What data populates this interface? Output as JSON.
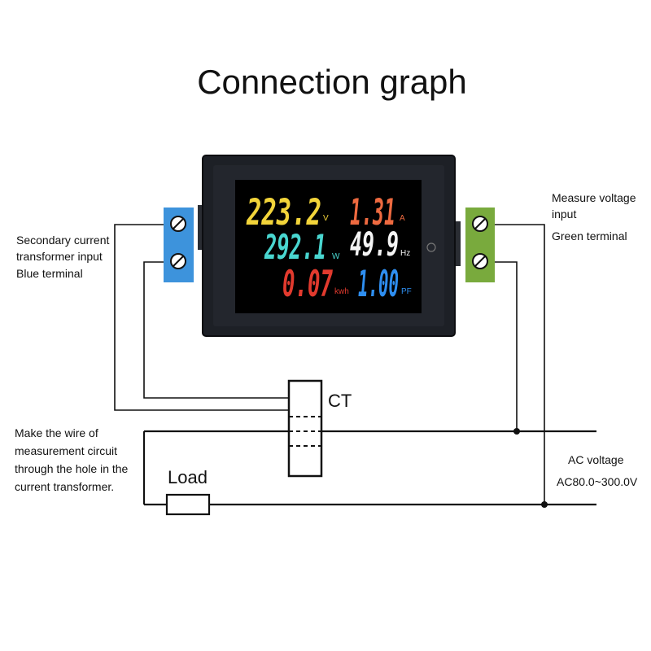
{
  "title": "Connection graph",
  "labels": {
    "secondary_current": [
      "Secondary current",
      "transformer input",
      "Blue terminal"
    ],
    "measure_voltage": [
      "Measure voltage",
      "input",
      "Green terminal"
    ],
    "make_wire": [
      "Make the wire of",
      "measurement circuit",
      "through the hole in the",
      "current transformer."
    ],
    "ac_voltage": [
      "AC voltage",
      "AC80.0~300.0V"
    ],
    "ct": "CT",
    "load": "Load"
  },
  "meter": {
    "voltage": {
      "value": "223.2",
      "unit": "V",
      "color": "#f2d43a"
    },
    "current": {
      "value": "1.31",
      "unit": "A",
      "color": "#ee6a40"
    },
    "power": {
      "value": "292.1",
      "unit": "W",
      "color": "#49d6d0"
    },
    "frequency": {
      "value": "49.9",
      "unit": "Hz",
      "color": "#f4f4f4"
    },
    "energy": {
      "value": "0.07",
      "unit": "kwh",
      "color": "#e23a2e"
    },
    "power_factor": {
      "value": "1.00",
      "unit": "PF",
      "color": "#2e8ef0"
    }
  },
  "colors": {
    "blue_terminal": "#3d93dc",
    "green_terminal": "#79aa3d",
    "meter_body": "#1d2026",
    "screen": "#000000"
  }
}
